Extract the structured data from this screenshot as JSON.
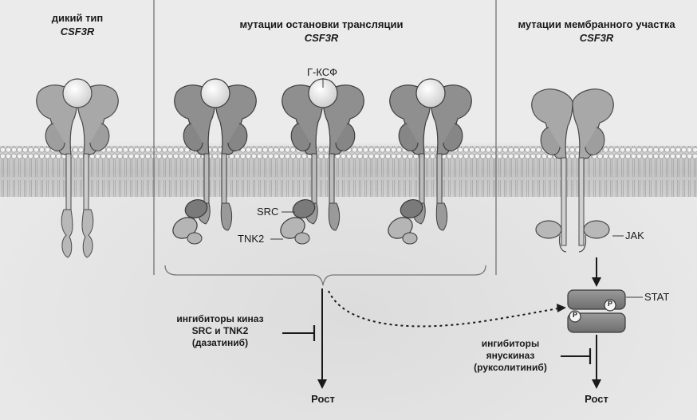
{
  "panels": [
    {
      "title": "дикий тип",
      "gene": "CSF3R"
    },
    {
      "title": "мутации остановки трансляции",
      "gene": "CSF3R"
    },
    {
      "title": "мутации мембранного участка",
      "gene": "CSF3R"
    }
  ],
  "labels": {
    "ligand": "Г-КСФ",
    "src": "SRC",
    "tnk2": "TNK2",
    "jak": "JAK",
    "stat": "STAT",
    "phospho": "P"
  },
  "inhibitors": {
    "kinase": [
      "ингибиторы киназ",
      "SRC и TNK2",
      "(дазатиниб)"
    ],
    "jak": [
      "ингибиторы",
      "янускиназ",
      "(руксолитиниб)"
    ]
  },
  "outcomes": {
    "growth_left": "Рост",
    "growth_right": "Рост"
  }
}
